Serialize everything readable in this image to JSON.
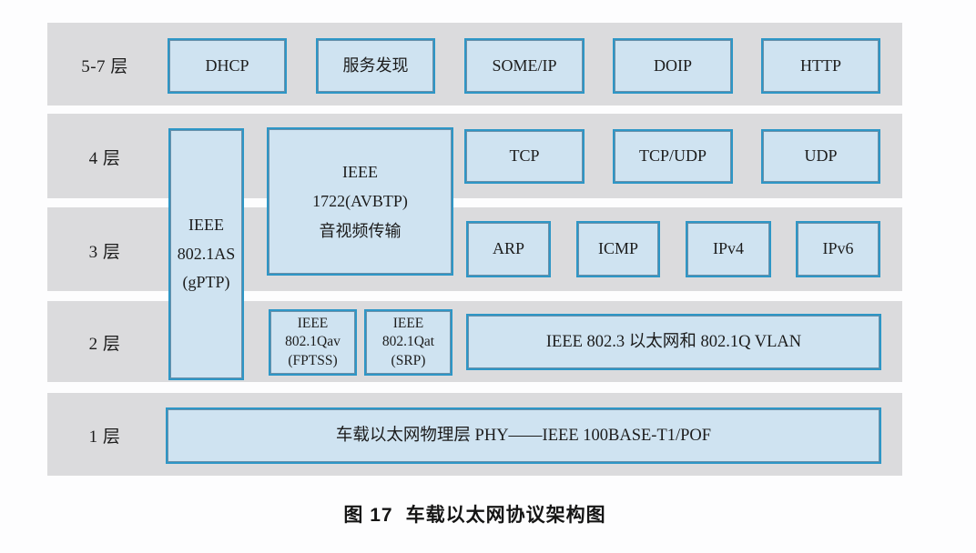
{
  "palette": {
    "background": "#fdfdfe",
    "layer_band": "#dbdbdd",
    "box_fill": "#cfe3f1",
    "box_border": "#2e96c6",
    "text": "#1c1c1c"
  },
  "rows": [
    {
      "label": "5-7 层",
      "boxes": [
        {
          "label": "DHCP"
        },
        {
          "label": "服务发现"
        },
        {
          "label": "SOME/IP"
        },
        {
          "label": "DOIP"
        },
        {
          "label": "HTTP"
        }
      ]
    },
    {
      "label": "4 层",
      "boxes": [
        {
          "label": "TCP"
        },
        {
          "label": "TCP/UDP"
        },
        {
          "label": "UDP"
        }
      ]
    },
    {
      "label": "3 层",
      "boxes": [
        {
          "label": "ARP"
        },
        {
          "label": "ICMP"
        },
        {
          "label": "IPv4"
        },
        {
          "label": "IPv6"
        }
      ]
    },
    {
      "label": "2 层",
      "boxes": [
        {
          "lines": [
            "IEEE",
            "802.1Qav",
            "(FPTSS)"
          ]
        },
        {
          "lines": [
            "IEEE",
            "802.1Qat",
            "(SRP)"
          ]
        },
        {
          "label": "IEEE 802.3 以太网和 802.1Q VLAN"
        }
      ]
    },
    {
      "label": "1 层",
      "boxes": [
        {
          "label": "车载以太网物理层 PHY——IEEE 100BASE-T1/POF"
        }
      ]
    }
  ],
  "spanning_boxes": [
    {
      "lines": [
        "IEEE",
        "802.1AS",
        "(gPTP)"
      ]
    },
    {
      "lines": [
        "IEEE",
        "1722(AVBTP)",
        "音视频传输"
      ]
    }
  ],
  "caption": {
    "prefix": "图 17",
    "title": "车载以太网协议架构图"
  }
}
